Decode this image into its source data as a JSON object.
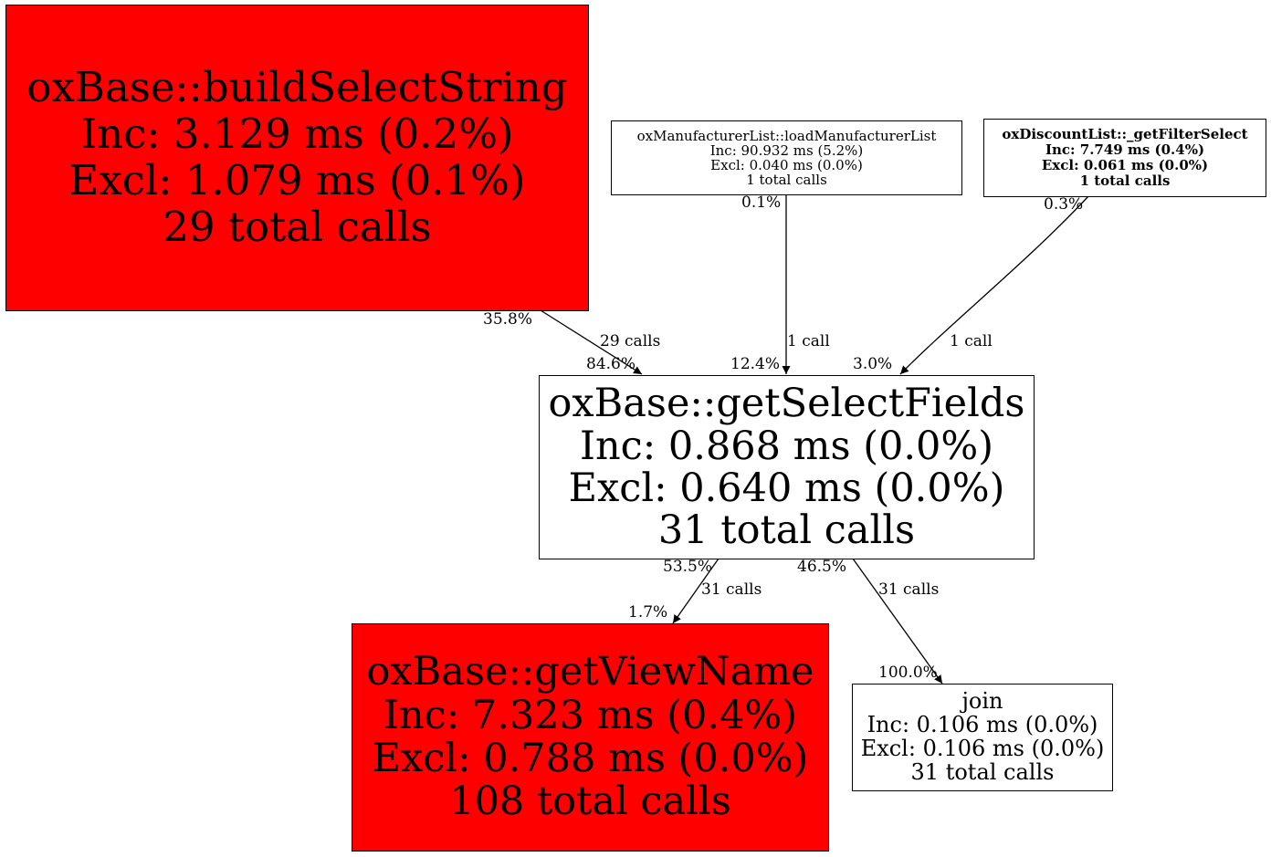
{
  "nodes": {
    "build_select_string": {
      "name": "oxBase::buildSelectString",
      "inc": "Inc: 3.129 ms (0.2%)",
      "excl": "Excl: 1.079 ms (0.1%)",
      "calls": "29 total calls",
      "fill": "#ff0000"
    },
    "load_manufacturer_list": {
      "name": "oxManufacturerList::loadManufacturerList",
      "inc": "Inc: 90.932 ms (5.2%)",
      "excl": "Excl: 0.040 ms (0.0%)",
      "calls": "1 total calls",
      "fill": "#ffffff"
    },
    "get_filter_select": {
      "name": "oxDiscountList::_getFilterSelect",
      "inc": "Inc: 7.749 ms (0.4%)",
      "excl": "Excl: 0.061 ms (0.0%)",
      "calls": "1 total calls",
      "fill": "#ffffff"
    },
    "get_select_fields": {
      "name": "oxBase::getSelectFields",
      "inc": "Inc: 0.868 ms (0.0%)",
      "excl": "Excl: 0.640 ms (0.0%)",
      "calls": "31 total calls",
      "fill": "#ffffff"
    },
    "get_view_name": {
      "name": "oxBase::getViewName",
      "inc": "Inc: 7.323 ms (0.4%)",
      "excl": "Excl: 0.788 ms (0.0%)",
      "calls": "108 total calls",
      "fill": "#ff0000"
    },
    "join": {
      "name": "join",
      "inc": "Inc: 0.106 ms (0.0%)",
      "excl": "Excl: 0.106 ms (0.0%)",
      "calls": "31 total calls",
      "fill": "#ffffff"
    }
  },
  "edges": [
    {
      "from": "oxBase::buildSelectString",
      "to": "oxBase::getSelectFields",
      "calls": "29 calls",
      "tail_pct": "35.8%",
      "head_pct": "84.6%"
    },
    {
      "from": "oxManufacturerList::loadManufacturerList",
      "to": "oxBase::getSelectFields",
      "calls": "1 call",
      "tail_pct": "0.1%",
      "head_pct": "12.4%"
    },
    {
      "from": "oxDiscountList::_getFilterSelect",
      "to": "oxBase::getSelectFields",
      "calls": "1 call",
      "tail_pct": "0.3%",
      "head_pct": "3.0%"
    },
    {
      "from": "oxBase::getSelectFields",
      "to": "oxBase::getViewName",
      "calls": "31 calls",
      "tail_pct": "53.5%",
      "head_pct": "1.7%"
    },
    {
      "from": "oxBase::getSelectFields",
      "to": "join",
      "calls": "31 calls",
      "tail_pct": "46.5%",
      "head_pct": "100.0%"
    }
  ],
  "colors": {
    "hot": "#ff0000",
    "normal": "#ffffff",
    "stroke": "#000000"
  }
}
